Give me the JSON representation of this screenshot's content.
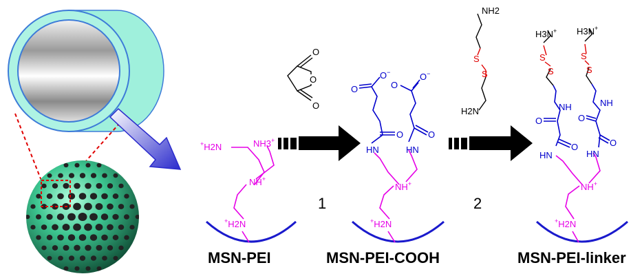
{
  "labels": {
    "msn_pei": "MSN-PEI",
    "msn_pei_cooh": "MSN-PEI-COOH",
    "msn_pei_linker": "MSN-PEI-linker",
    "step_1": "1",
    "step_2": "2"
  },
  "pei_groups": {
    "amine_left": "H2N",
    "amine_left_charge": "+",
    "ammonium_right": "NH3",
    "ammonium_right_charge": "+",
    "central_nh": "NH",
    "central_charge": "+",
    "base_amine": "H2N",
    "base_charge": "+"
  },
  "reagents": {
    "anhydride_o_labels": [
      "O",
      "O",
      "O"
    ],
    "cystamine_top": "NH2",
    "cystamine_bottom": "H2N",
    "disulfide": [
      "S",
      "S"
    ]
  },
  "cooh_groups": {
    "carbonyl_o": "O",
    "carboxylate_o": "O",
    "carboxylate_charge": "−",
    "amide_hn": "HN"
  },
  "linker_groups": {
    "ammonium": "H3N",
    "ammonium_charge": "+",
    "amide_nh": "NH",
    "amide_hn": "HN",
    "carbonyl_o": "O"
  },
  "colors": {
    "pei": "#e600e6",
    "attached": "#0000cc",
    "disulfide": "#e00000",
    "surface": "#1a1acc",
    "arrow": "#000000",
    "particle": "#2e9e74",
    "tube": "#9ff0dc"
  }
}
